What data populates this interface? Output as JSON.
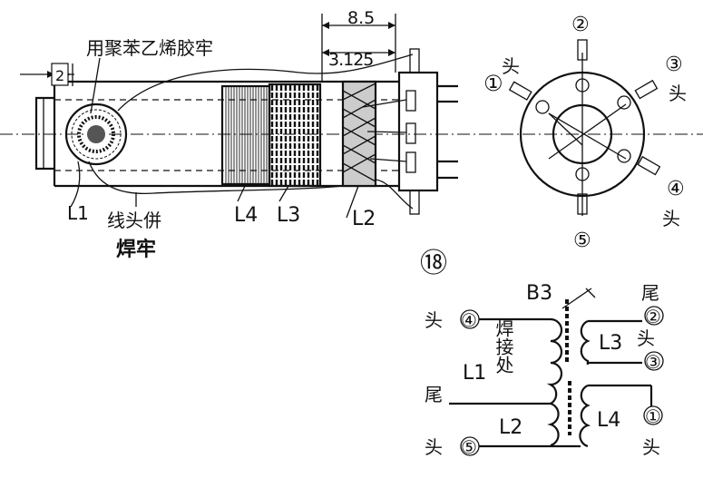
{
  "coil_drawing": {
    "adhesive_note": "用聚苯乙烯胶牢",
    "dim_top": "8.5",
    "dim_mid": "3.125",
    "dim_left": "2",
    "solder_note_line1": "线头併",
    "solder_note_line2": "焊牢",
    "coil_labels": {
      "l1": "L1",
      "l2": "L2",
      "l3": "L3",
      "l4": "L4"
    }
  },
  "socket_view": {
    "pins": [
      {
        "num": "①",
        "tag": "头"
      },
      {
        "num": "②",
        "tag": ""
      },
      {
        "num": "③",
        "tag": "头"
      },
      {
        "num": "④",
        "tag": "头"
      },
      {
        "num": "⑤",
        "tag": ""
      }
    ]
  },
  "figure_number": "⑱",
  "schematic": {
    "core_label": "B3",
    "weld_note": "焊接处",
    "l1": "L1",
    "l2": "L2",
    "l3": "L3",
    "l4": "L4",
    "left_terminals": [
      {
        "tag": "头",
        "num": "④"
      },
      {
        "tag": "尾",
        "num": ""
      },
      {
        "tag": "头",
        "num": "⑤"
      }
    ],
    "right_terminals": [
      {
        "tag": "尾",
        "num": "②"
      },
      {
        "tag": "头",
        "num": "③"
      },
      {
        "tag": "头",
        "num": "①"
      }
    ]
  }
}
